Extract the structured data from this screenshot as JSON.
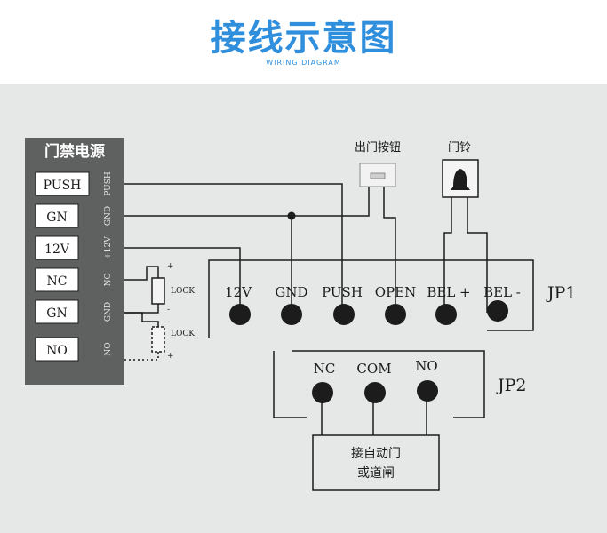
{
  "header": {
    "title": "接线示意图",
    "subtitle": "WIRING DIAGRAM"
  },
  "power_supply": {
    "title": "门禁电源",
    "terminals": [
      "PUSH",
      "GN",
      "12V",
      "NC",
      "GN",
      "NO"
    ],
    "side_labels": [
      "PUSH",
      "GND",
      "+12V",
      "NC",
      "GND",
      "NO"
    ]
  },
  "lock_labels": [
    "LOCK",
    "LOCK"
  ],
  "lock_polarity": [
    "+",
    "-",
    "-",
    "+"
  ],
  "exit_button": {
    "label": "出门按钮"
  },
  "doorbell": {
    "label": "门铃"
  },
  "jp1": {
    "name": "JP1",
    "terminals": [
      "12V",
      "GND",
      "PUSH",
      "OPEN",
      "BEL +",
      "BEL -"
    ]
  },
  "jp2": {
    "name": "JP2",
    "terminals": [
      "NC",
      "COM",
      "NO"
    ]
  },
  "auto_door": {
    "line1": "接自动门",
    "line2": "或道闸"
  },
  "colors": {
    "title": "#2f8fdc",
    "paper": "#e6e8e8",
    "panel": "#5e6160",
    "ink": "#1c1c1c"
  }
}
